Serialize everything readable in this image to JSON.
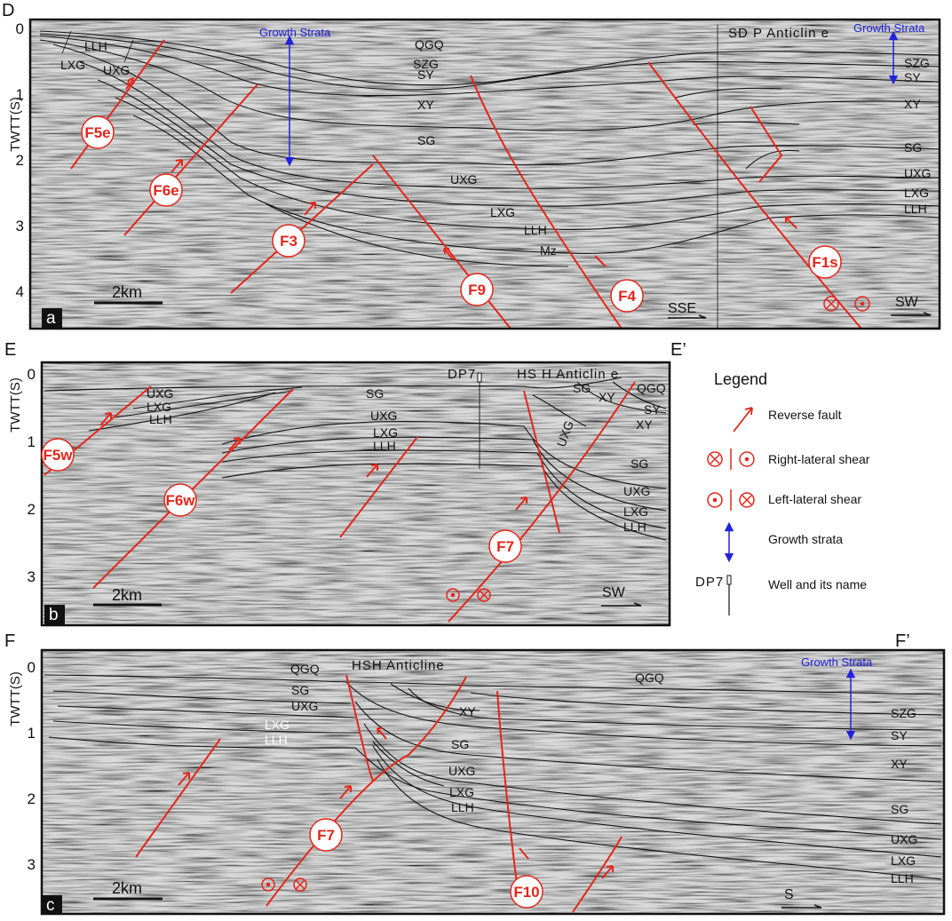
{
  "figure": {
    "panels": [
      {
        "id": "a",
        "profile_start": "D",
        "profile_end": "",
        "axis_title": "TWTT(S)",
        "ticks": [
          "0",
          "1",
          "2",
          "3",
          "4"
        ],
        "anticline": "SD P  Anticlin e",
        "growth_strata": [
          "Growth Strata",
          "Growth Strata"
        ],
        "horizons": [
          "LLH",
          "LXG",
          "UXG",
          "QGQ",
          "SZG",
          "SY",
          "XY",
          "SG",
          "UXG",
          "LXG",
          "LLH",
          "Mz",
          "SZG",
          "SY",
          "XY",
          "SG",
          "UXG",
          "LXG",
          "LLH"
        ],
        "faults": [
          "F5e",
          "F6e",
          "F3",
          "F9",
          "F4",
          "F1s"
        ],
        "scale": "2km",
        "direction": "SSE",
        "direction2": "SW"
      },
      {
        "id": "b",
        "profile_start": "E",
        "profile_end": "E’",
        "axis_title": "TWTT(S)",
        "ticks": [
          "0",
          "1",
          "2",
          "3"
        ],
        "anticline": "HS H  Anticlin e",
        "well": "DP7",
        "horizons": [
          "UXG",
          "LXG",
          "LLH",
          "SG",
          "UXG",
          "LXG",
          "LLH",
          "XY",
          "QGQ",
          "SG",
          "UXG",
          "SY",
          "XY",
          "SG",
          "UXG",
          "LXG",
          "LLH"
        ],
        "faults": [
          "F5w",
          "F6w",
          "F7"
        ],
        "scale": "2km",
        "direction": "SW"
      },
      {
        "id": "c",
        "profile_start": "F",
        "profile_end": "F’",
        "axis_title": "TWTT(S)",
        "ticks": [
          "0",
          "1",
          "2",
          "3"
        ],
        "anticline": "HSH  Anticline",
        "growth_strata": "Growth Strata",
        "horizons": [
          "QGQ",
          "SG",
          "UXG",
          "LXG",
          "LLH",
          "XY",
          "SG",
          "UXG",
          "LXG",
          "LLH",
          "QGQ",
          "SZG",
          "SY",
          "XY",
          "SG",
          "UXG",
          "LXG",
          "LLH"
        ],
        "faults": [
          "F7",
          "F10"
        ],
        "scale": "2km",
        "direction": "S"
      }
    ],
    "legend": {
      "title": "Legend",
      "items": [
        "Reverse fault",
        "Right-lateral shear",
        "Left-lateral shear",
        "Growth strata",
        "Well and its name"
      ],
      "well_label": "DP7"
    },
    "colors": {
      "fault": "#e3261b",
      "growth": "#2222dd",
      "horizon": "#111111"
    }
  }
}
